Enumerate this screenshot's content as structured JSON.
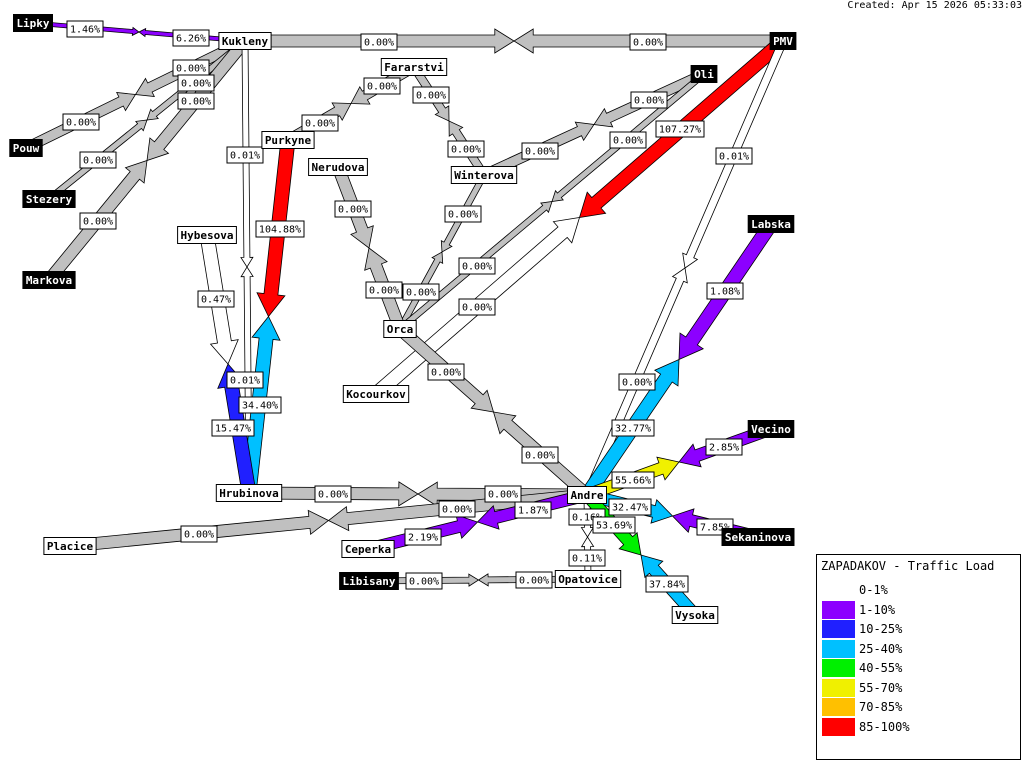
{
  "header": {
    "created": "Created: Apr 15 2026 05:33:03"
  },
  "legend": {
    "title": "ZAPADAKOV - Traffic Load",
    "items": [
      {
        "label": "0-1%",
        "color": "#ffffff"
      },
      {
        "label": "1-10%",
        "color": "#8c00ff"
      },
      {
        "label": "10-25%",
        "color": "#2020ff"
      },
      {
        "label": "25-40%",
        "color": "#00c0ff"
      },
      {
        "label": "40-55%",
        "color": "#00f000"
      },
      {
        "label": "55-70%",
        "color": "#f0f000"
      },
      {
        "label": "70-85%",
        "color": "#ffc000"
      },
      {
        "label": "85-100%",
        "color": "#ff0000"
      }
    ]
  },
  "colors": {
    "zero": "#c0c0c0",
    "white": "#ffffff"
  },
  "nodes": [
    {
      "id": "lipky",
      "label": "Lipky",
      "dark": true
    },
    {
      "id": "kukleny",
      "label": "Kukleny",
      "dark": false
    },
    {
      "id": "pmv",
      "label": "PMV",
      "dark": true
    },
    {
      "id": "oli",
      "label": "Oli",
      "dark": true
    },
    {
      "id": "fararstvi",
      "label": "Fararstvi",
      "dark": false
    },
    {
      "id": "purkyne",
      "label": "Purkyne",
      "dark": false
    },
    {
      "id": "pouw",
      "label": "Pouw",
      "dark": true
    },
    {
      "id": "stezery",
      "label": "Stezery",
      "dark": true
    },
    {
      "id": "markova",
      "label": "Markova",
      "dark": true
    },
    {
      "id": "nerudova",
      "label": "Nerudova",
      "dark": false
    },
    {
      "id": "winterova",
      "label": "Winterova",
      "dark": false
    },
    {
      "id": "hybesova",
      "label": "Hybesova",
      "dark": false
    },
    {
      "id": "labska",
      "label": "Labska",
      "dark": true
    },
    {
      "id": "orca",
      "label": "Orca",
      "dark": false
    },
    {
      "id": "kocourkov",
      "label": "Kocourkov",
      "dark": false
    },
    {
      "id": "vecino",
      "label": "Vecino",
      "dark": true
    },
    {
      "id": "hrubinova",
      "label": "Hrubinova",
      "dark": false
    },
    {
      "id": "andre",
      "label": "Andre",
      "dark": false
    },
    {
      "id": "sekaninova",
      "label": "Sekaninova",
      "dark": true
    },
    {
      "id": "placice",
      "label": "Placice",
      "dark": false
    },
    {
      "id": "ceperka",
      "label": "Ceperka",
      "dark": false
    },
    {
      "id": "libisany",
      "label": "Libisany",
      "dark": true
    },
    {
      "id": "opatovice",
      "label": "Opatovice",
      "dark": false
    },
    {
      "id": "vysoka",
      "label": "Vysoka",
      "dark": false
    }
  ],
  "links": [
    {
      "from": "lipky",
      "to": "kukleny",
      "out": "1.46%",
      "in": "6.26%",
      "out_color": "#8c00ff",
      "in_color": "#8c00ff"
    },
    {
      "from": "kukleny",
      "to": "pmv",
      "out": "0.00%",
      "in": "0.00%",
      "out_color": "#c0c0c0",
      "in_color": "#c0c0c0"
    },
    {
      "from": "pouw",
      "to": "kukleny",
      "out": "0.00%",
      "in": "0.00%",
      "out_color": "#c0c0c0",
      "in_color": "#c0c0c0"
    },
    {
      "from": "stezery",
      "to": "kukleny",
      "out": "0.00%",
      "in": "0.00%",
      "out_color": "#c0c0c0",
      "in_color": "#c0c0c0"
    },
    {
      "from": "markova",
      "to": "kukleny",
      "out": "0.00%",
      "in": "0.00%",
      "out_color": "#c0c0c0",
      "in_color": "#c0c0c0"
    },
    {
      "from": "kukleny",
      "to": "hrubinova",
      "out": "0.01%",
      "in": "0.01%",
      "out_color": "#ffffff",
      "in_color": "#ffffff"
    },
    {
      "from": "purkyne",
      "to": "fararstvi",
      "out": "0.00%",
      "in": "0.00%",
      "out_color": "#c0c0c0",
      "in_color": "#c0c0c0"
    },
    {
      "from": "fararstvi",
      "to": "winterova",
      "out": "0.00%",
      "in": "0.00%",
      "out_color": "#c0c0c0",
      "in_color": "#c0c0c0"
    },
    {
      "from": "winterova",
      "to": "oli",
      "out": "0.00%",
      "in": "0.00%",
      "out_color": "#c0c0c0",
      "in_color": "#c0c0c0"
    },
    {
      "from": "winterova",
      "to": "orca",
      "out": "0.00%",
      "in": "0.00%",
      "out_color": "#c0c0c0",
      "in_color": "#c0c0c0"
    },
    {
      "from": "nerudova",
      "to": "orca",
      "out": "0.00%",
      "in": "0.00%",
      "out_color": "#c0c0c0",
      "in_color": "#c0c0c0"
    },
    {
      "from": "oli",
      "to": "orca",
      "out": "0.00%",
      "in": "0.00%",
      "out_color": "#c0c0c0",
      "in_color": "#c0c0c0"
    },
    {
      "from": "pmv",
      "to": "kocourkov",
      "out": "107.27%",
      "in": "0.00%",
      "out_color": "#ff0000",
      "in_color": "#ffffff"
    },
    {
      "from": "pmv",
      "to": "andre",
      "out": "0.01%",
      "in": "0.00%",
      "out_color": "#ffffff",
      "in_color": "#ffffff"
    },
    {
      "from": "purkyne",
      "to": "hrubinova",
      "out": "104.88%",
      "in": "34.40%",
      "out_color": "#ff0000",
      "in_color": "#00c0ff"
    },
    {
      "from": "hybesova",
      "to": "hrubinova",
      "out": "0.47%",
      "in": "15.47%",
      "out_color": "#ffffff",
      "in_color": "#2020ff"
    },
    {
      "from": "labska",
      "to": "andre",
      "out": "1.08%",
      "in": "32.77%",
      "out_color": "#8c00ff",
      "in_color": "#00c0ff"
    },
    {
      "from": "orca",
      "to": "andre",
      "out": "0.00%",
      "in": "0.00%",
      "out_color": "#c0c0c0",
      "in_color": "#c0c0c0"
    },
    {
      "from": "vecino",
      "to": "andre",
      "out": "2.85%",
      "in": "55.66%",
      "out_color": "#8c00ff",
      "in_color": "#f0f000"
    },
    {
      "from": "hrubinova",
      "to": "andre",
      "out": "0.00%",
      "in": "0.00%",
      "out_color": "#c0c0c0",
      "in_color": "#c0c0c0"
    },
    {
      "from": "sekaninova",
      "to": "andre",
      "out": "7.85%",
      "in": "32.47%",
      "out_color": "#8c00ff",
      "in_color": "#00c0ff"
    },
    {
      "from": "placice",
      "to": "andre",
      "out": "0.00%",
      "in": "0.00%",
      "out_color": "#c0c0c0",
      "in_color": "#c0c0c0"
    },
    {
      "from": "ceperka",
      "to": "andre",
      "out": "2.19%",
      "in": "1.87%",
      "out_color": "#8c00ff",
      "in_color": "#8c00ff"
    },
    {
      "from": "andre",
      "to": "opatovice",
      "out": "0.16%",
      "in": "0.11%",
      "out_color": "#ffffff",
      "in_color": "#ffffff"
    },
    {
      "from": "andre",
      "to": "vysoka",
      "out": "53.69%",
      "in": "37.84%",
      "out_color": "#00f000",
      "in_color": "#00c0ff"
    },
    {
      "from": "libisany",
      "to": "opatovice",
      "out": "0.00%",
      "in": "0.00%",
      "out_color": "#c0c0c0",
      "in_color": "#c0c0c0"
    }
  ]
}
